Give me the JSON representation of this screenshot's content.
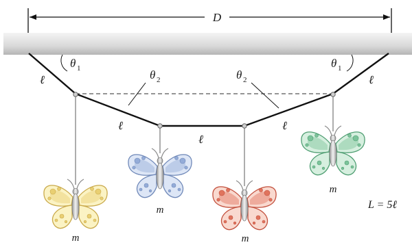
{
  "labels": {
    "distance": "D",
    "angle_outer_left": "θ",
    "angle_outer_left_sub": "1",
    "angle_outer_right": "θ",
    "angle_outer_right_sub": "1",
    "angle_inner_left": "θ",
    "angle_inner_left_sub": "2",
    "angle_inner_right": "θ",
    "angle_inner_right_sub": "2",
    "segment_1": "ℓ",
    "segment_2": "ℓ",
    "segment_3": "ℓ",
    "segment_4": "ℓ",
    "segment_5": "ℓ",
    "mass_1": "m",
    "mass_2": "m",
    "mass_3": "m",
    "mass_4": "m",
    "total_length": "L = 5ℓ"
  },
  "butterflies": [
    {
      "color_name": "yellow",
      "light": "#fbf3c4",
      "dark": "#e9cf72",
      "edge": "#c9a94a"
    },
    {
      "color_name": "blue",
      "light": "#dde6f6",
      "dark": "#94acd8",
      "edge": "#6f88b8"
    },
    {
      "color_name": "red",
      "light": "#f9d9cf",
      "dark": "#e0745e",
      "edge": "#c24f3c"
    },
    {
      "color_name": "green",
      "light": "#d6efdf",
      "dark": "#7cc39a",
      "edge": "#4f9e72"
    }
  ],
  "colors": {
    "ceiling_top": "#f2f2f2",
    "ceiling_bottom": "#bdbdbd",
    "string": "#111111",
    "hanger": "#8a8a8a"
  }
}
